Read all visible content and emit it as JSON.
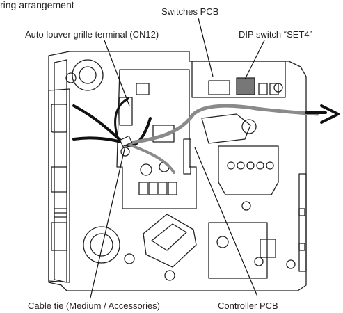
{
  "labels": {
    "title_fragment": "ring arrangement",
    "switches_pcb": "Switches PCB",
    "dip_switch": "DIP switch “SET4”",
    "auto_louver": "Auto louver grille terminal (CN12)",
    "cable_tie": "Cable tie (Medium / Accessories)",
    "controller_pcb": "Controller PCB"
  }
}
